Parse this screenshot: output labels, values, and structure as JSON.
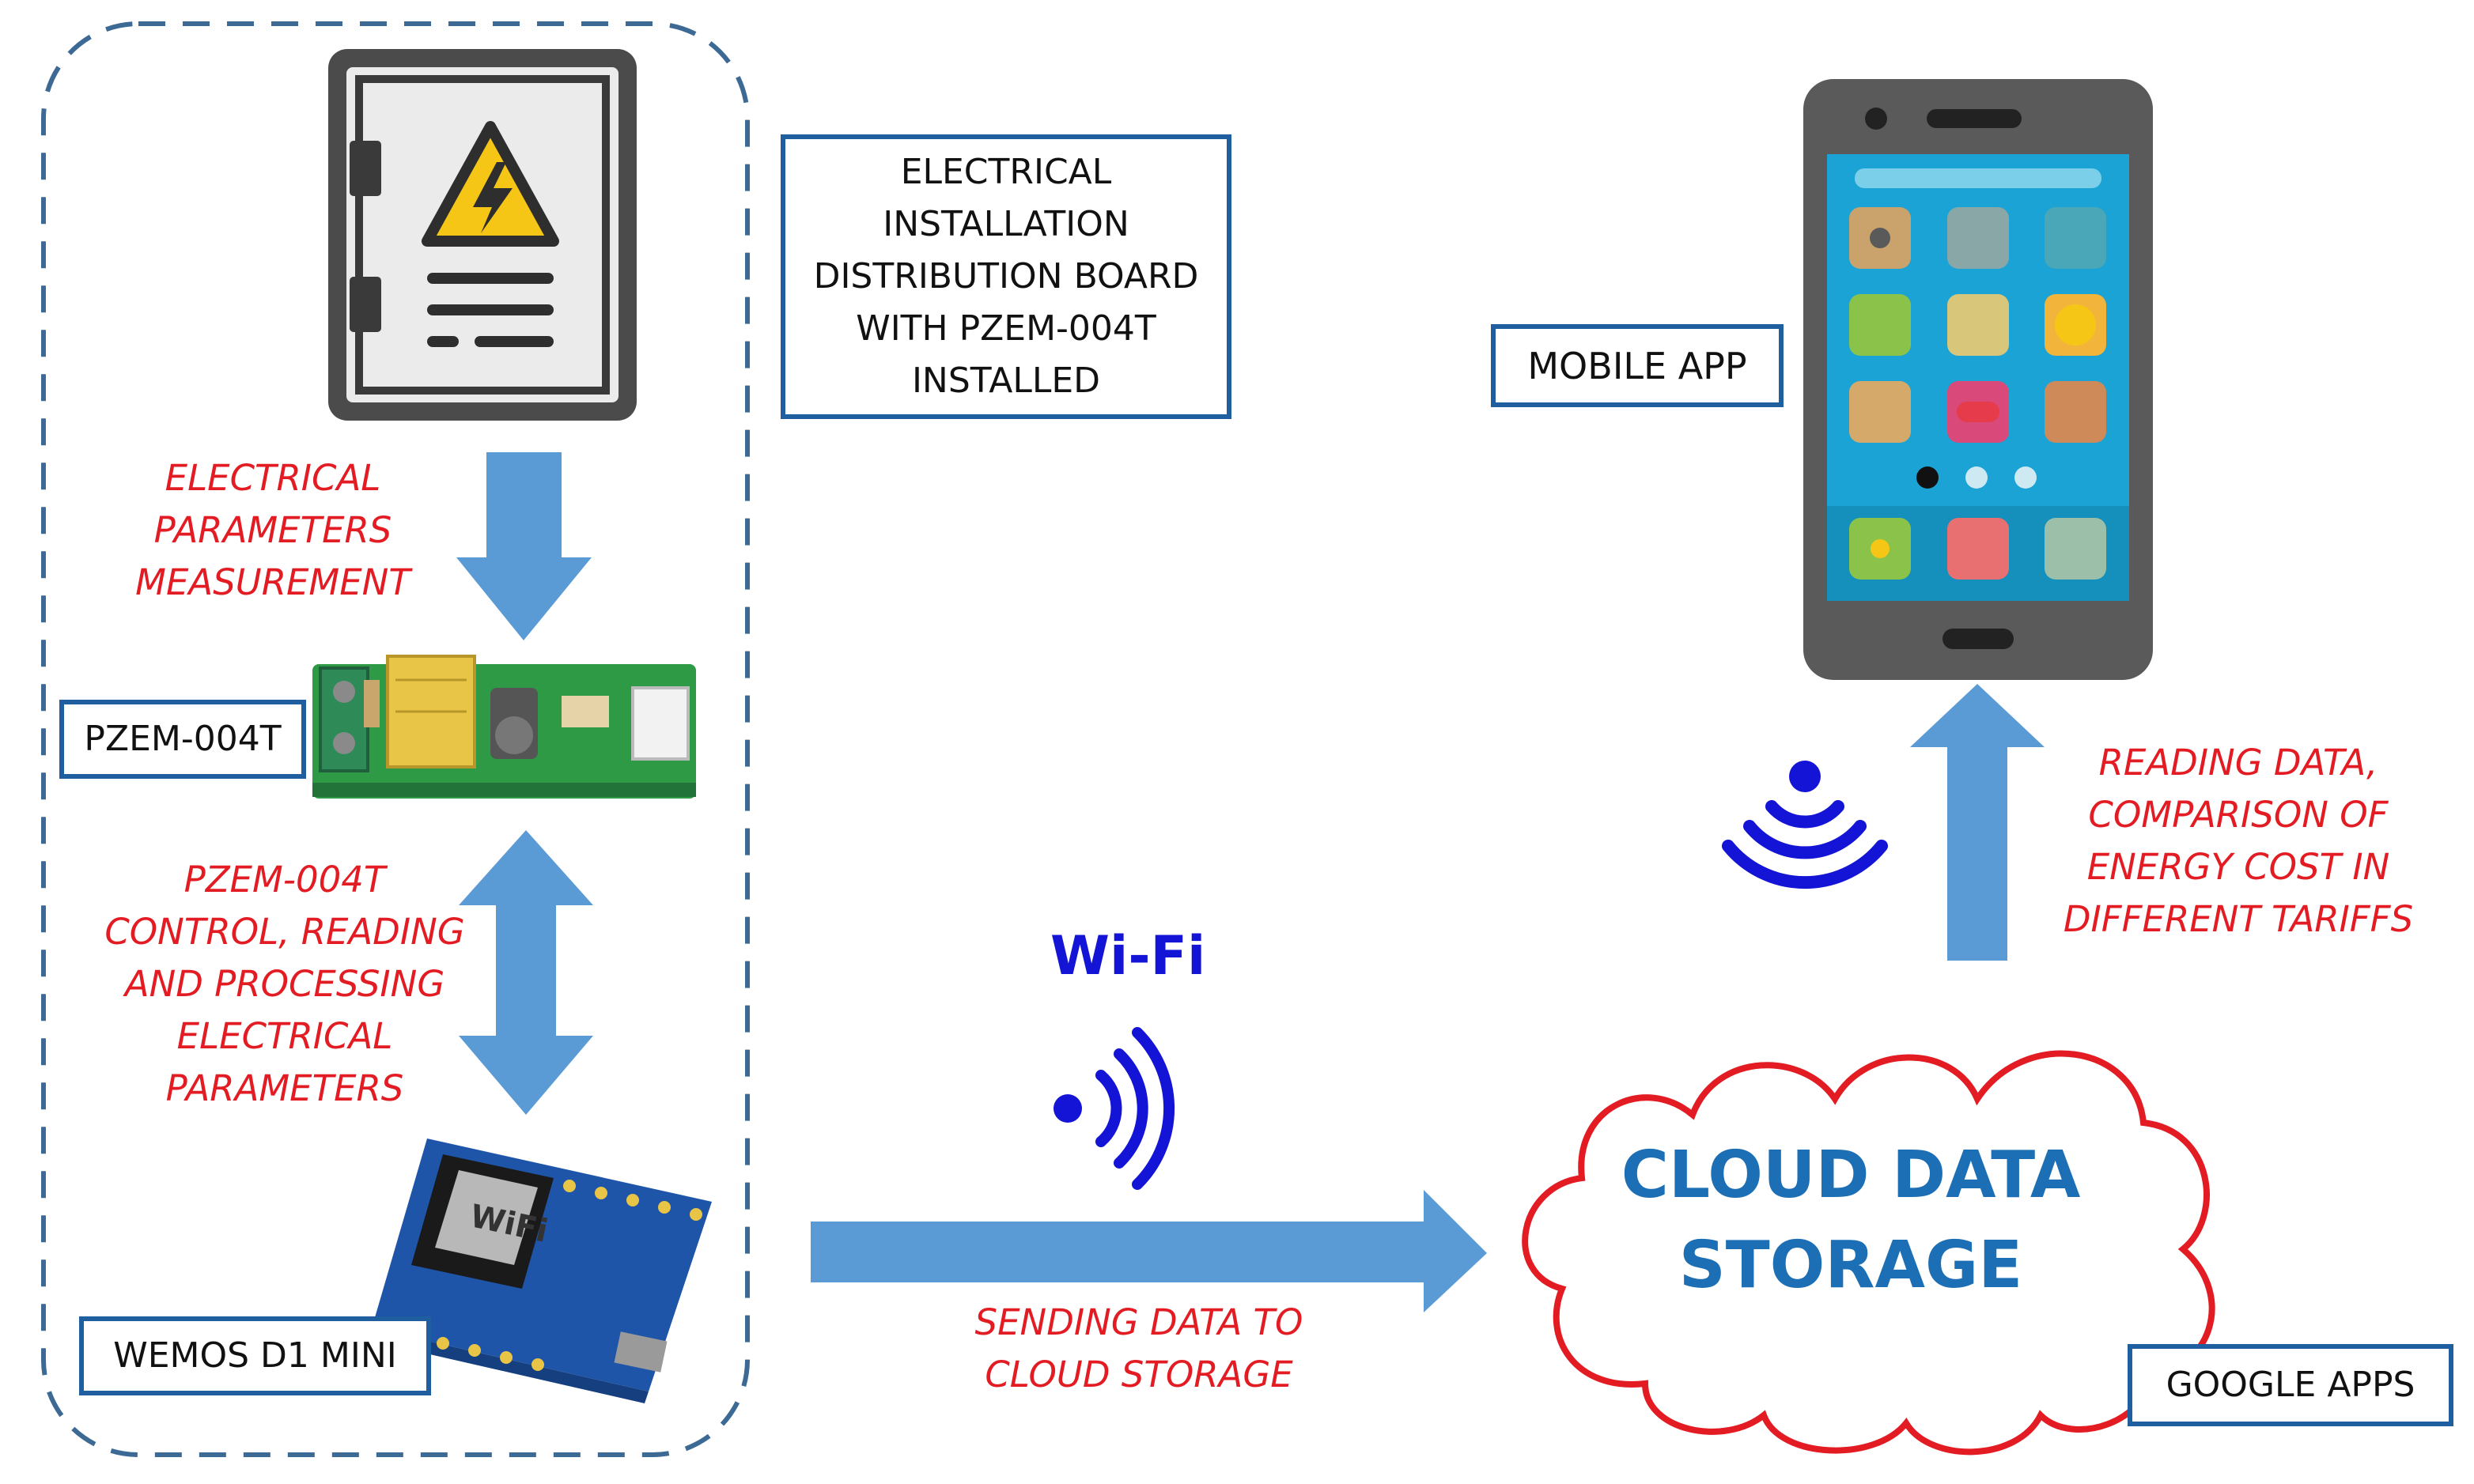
{
  "labels": {
    "distribution_board": "ELECTRICAL\nINSTALLATION\nDISTRIBUTION BOARD\nWITH PZEM-004T\nINSTALLED",
    "mobile_app": "MOBILE APP",
    "pzem": "PZEM-004T",
    "wemos": "WEMOS D1 MINI",
    "google_apps": "GOOGLE APPS"
  },
  "annotations": {
    "measurement": "ELECTRICAL\nPARAMETERS\nMEASUREMENT",
    "control": "PZEM-004T\nCONTROL, READING\nAND PROCESSING\nELECTRICAL\nPARAMETERS",
    "sending": "SENDING DATA TO\nCLOUD STORAGE",
    "reading": "READING DATA,\nCOMPARISON OF\nENERGY COST IN\nDIFFERENT TARIFFS"
  },
  "wifi_label": "Wi-Fi",
  "cloud_label": "CLOUD DATA\nSTORAGE",
  "board_chip_text": "WiFi",
  "colors": {
    "box_border": "#1f5fa0",
    "arrow_fill": "#5b9bd5",
    "annotation": "#e31b23",
    "cloud_outline": "#e31b23",
    "cloud_text": "#1c6fb5",
    "wifi": "#1414d6",
    "dashed_border": "#3c6a95"
  }
}
